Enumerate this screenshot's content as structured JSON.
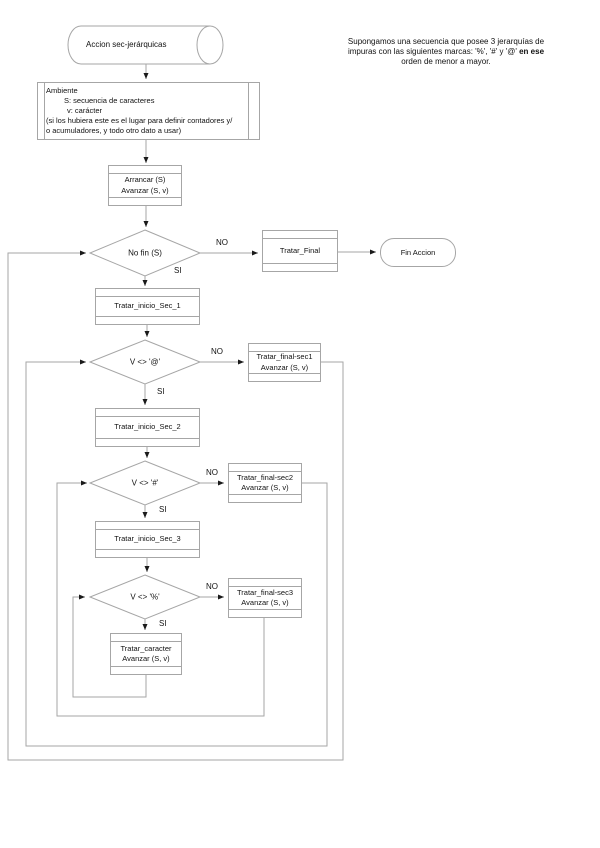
{
  "note": {
    "line1": "Supongamos una secuencia que posee 3 jerarquías de",
    "line2_normal": "impuras con las siguientes marcas: '%', '#' y '@'",
    "line2_bold": "en ese",
    "line3": "orden de menor a mayor."
  },
  "start": {
    "label": "Accion sec-jerárquicas"
  },
  "ambiente": {
    "lines": [
      "Ambiente",
      "S: secuencia de caracteres",
      "v: carácter",
      "(si los hubiera este es el lugar para definir contadores y/",
      "o acumuladores, y todo otro dato a usar)"
    ]
  },
  "nodes": {
    "arrancar": {
      "l1": "Arrancar (S)",
      "l2": "Avanzar (S, v)"
    },
    "dec_fin": "No fin (S)",
    "tratar_final": "Tratar_Final",
    "fin_accion": "Fin Accion",
    "inicio_sec1": "Tratar_inicio_Sec_1",
    "dec_sec1": "V <> '@'",
    "final_sec1": {
      "l1": "Tratar_final-sec1",
      "l2": "Avanzar (S, v)"
    },
    "inicio_sec2": "Tratar_inicio_Sec_2",
    "dec_sec2": "V <> '#'",
    "final_sec2": {
      "l1": "Tratar_final-sec2",
      "l2": "Avanzar (S, v)"
    },
    "inicio_sec3": "Tratar_inicio_Sec_3",
    "dec_sec3": "V <> '%'",
    "final_sec3": {
      "l1": "Tratar_final-sec3",
      "l2": "Avanzar (S, v)"
    },
    "caracter": {
      "l1": "Tratar_caracter",
      "l2": "Avanzar (S, v)"
    }
  },
  "labels": {
    "no": "NO",
    "si": "SI"
  },
  "colors": {
    "line": "#a6a6a6",
    "arrow": "#1a1a1a",
    "text": "#111111"
  }
}
